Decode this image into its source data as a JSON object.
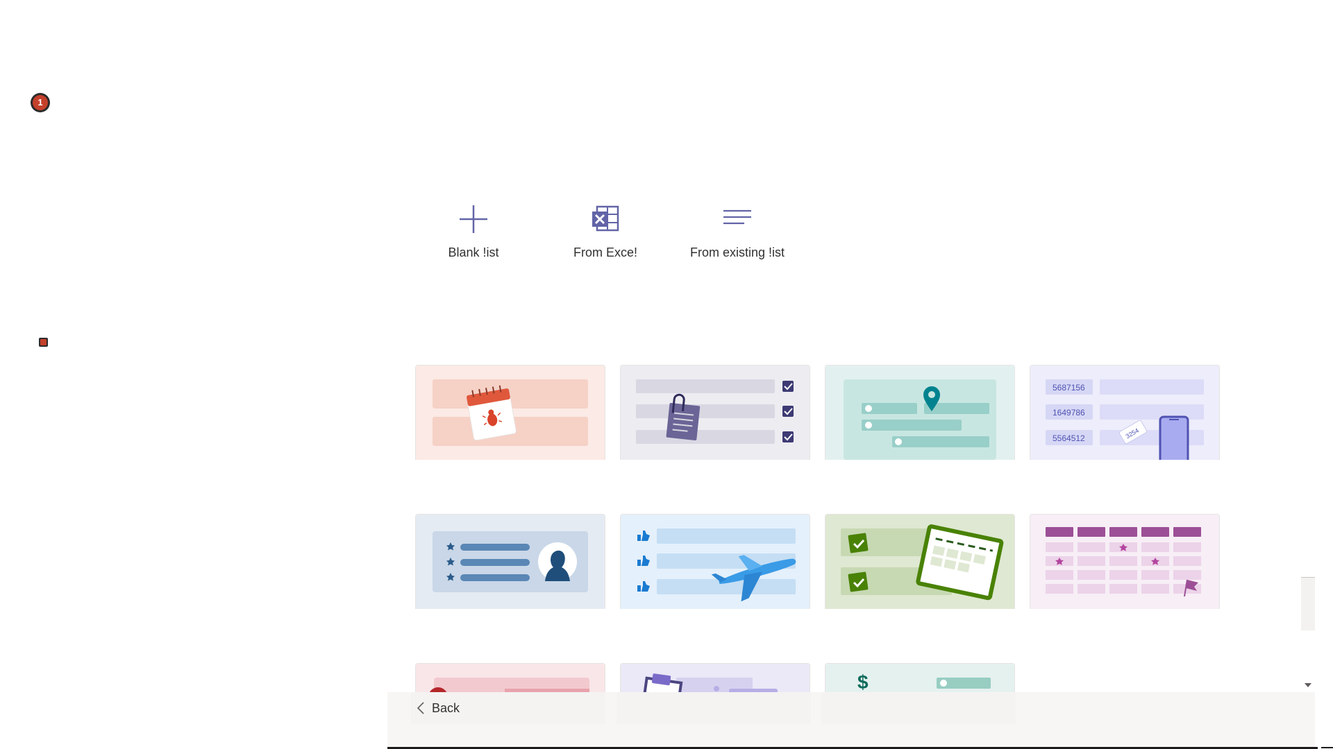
{
  "notification": {
    "count": "1"
  },
  "create_options": [
    {
      "label": "Blank !ist",
      "icon": "plus-icon"
    },
    {
      "label": "From Exce!",
      "icon": "excel-icon"
    },
    {
      "label": "From existing !ist",
      "icon": "lines-icon"
    }
  ],
  "templates": {
    "row1": [
      {
        "icon": "bug-calendar-illustration"
      },
      {
        "icon": "clipboard-checklist-illustration"
      },
      {
        "icon": "map-pin-list-illustration",
        "accent": "#00838f"
      },
      {
        "icon": "asset-tag-phone-illustration",
        "numbers": [
          "5687156",
          "1649786",
          "5564512"
        ],
        "tag": "3254"
      }
    ],
    "row2": [
      {
        "icon": "person-profile-illustration"
      },
      {
        "icon": "travel-airplane-illustration"
      },
      {
        "icon": "checked-calendar-illustration",
        "accent": "#498205"
      },
      {
        "icon": "calendar-grid-flag-illustration",
        "accent": "#9c4f96"
      }
    ],
    "row3": [
      {
        "icon": "red-issue-illustration"
      },
      {
        "icon": "purple-clipboard-illustration"
      },
      {
        "icon": "dollar-expense-illustration",
        "accent": "#0f6b5c"
      }
    ]
  },
  "footer": {
    "back_label": "Back"
  },
  "colors": {
    "accent": "#6264a7",
    "badge": "#c4402b"
  }
}
